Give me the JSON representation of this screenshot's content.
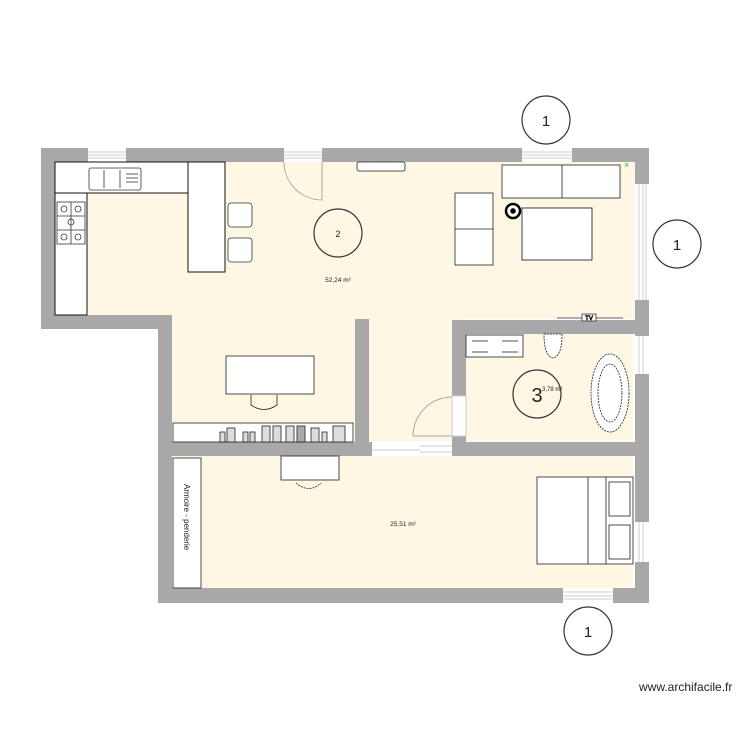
{
  "app": {
    "name": "Archifacile",
    "watermark": "www.archifacile.fr"
  },
  "colors": {
    "wall": "#a8a8a8",
    "floor": "#fdf7e4",
    "furniture": "#ffffff",
    "outline": "#111111",
    "opening": "#d0d0d0",
    "marker_x": "#3aa63a"
  },
  "rooms": [
    {
      "id": "2",
      "label": "2",
      "area": "52,24 m²",
      "name": "living-kitchen"
    },
    {
      "id": "3",
      "label": "3",
      "area": "3,78 m²",
      "name": "bathroom"
    },
    {
      "id": "bedroom",
      "label": "",
      "area": "25,51 m²",
      "name": "bedroom"
    }
  ],
  "markers": [
    {
      "label": "1",
      "position": "top"
    },
    {
      "label": "1",
      "position": "right"
    },
    {
      "label": "1",
      "position": "bottom"
    }
  ],
  "furniture": {
    "wardrobe_label": "Armoire - penderie",
    "tv_label": "TV"
  }
}
